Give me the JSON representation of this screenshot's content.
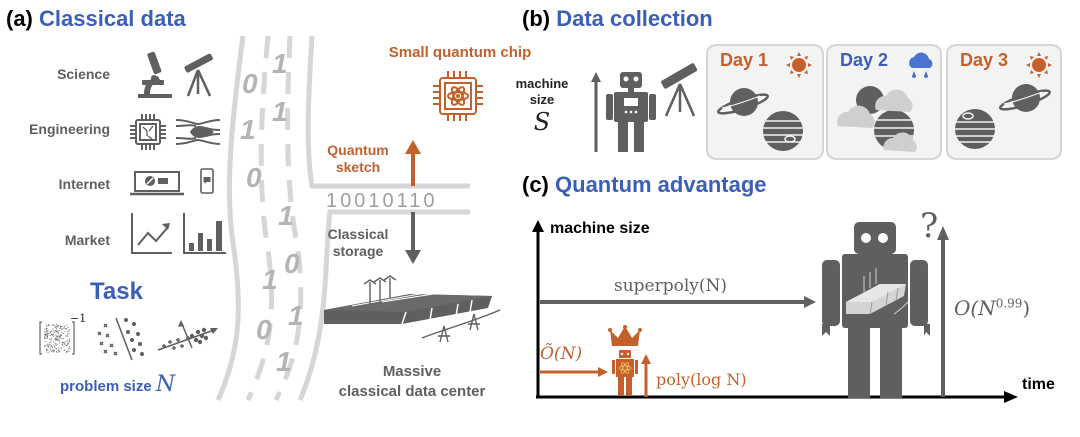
{
  "colors": {
    "accent_blue": "#3b5fb8",
    "accent_orange": "#c5602a",
    "icon_gray": "#5f5f5f",
    "stream_gray": "#d6d6d6",
    "card_bg": "#f3f3f3"
  },
  "panel_a": {
    "label": "(a)",
    "title": "Classical data",
    "categories": [
      {
        "label": "Science",
        "icons": [
          "microscope-icon",
          "telescope-icon"
        ]
      },
      {
        "label": "Engineering",
        "icons": [
          "circuit-chip-icon",
          "airflow-icon"
        ]
      },
      {
        "label": "Internet",
        "icons": [
          "laptop-icon",
          "smartphone-icon"
        ]
      },
      {
        "label": "Market",
        "icons": [
          "line-chart-icon",
          "bar-chart-icon"
        ]
      }
    ],
    "task": {
      "title": "Task",
      "icons": [
        "matrix-inverse-icon",
        "classification-icon",
        "pca-icon"
      ],
      "matrix_exponent": "−1",
      "problem_size_label": "problem size",
      "problem_size_symbol": "N"
    },
    "bit_stream": {
      "left_lane": [
        "0",
        "1",
        "0",
        "1",
        "0"
      ],
      "right_lane": [
        "1",
        "1",
        "1",
        "0",
        "1",
        "1"
      ]
    },
    "quantum_chip_label": "Small quantum chip",
    "quantum_sketch_label_1": "Quantum",
    "quantum_sketch_label_2": "sketch",
    "bit_string": "10010110",
    "classical_storage_label_1": "Classical",
    "classical_storage_label_2": "storage",
    "data_center_label_1": "Massive",
    "data_center_label_2": "classical data center"
  },
  "panel_b": {
    "label": "(b)",
    "title": "Data collection",
    "machine_size_label_1": "machine",
    "machine_size_label_2": "size",
    "machine_size_symbol": "S",
    "days": [
      {
        "label": "Day 1",
        "weather": "sunny",
        "label_color": "#c5602a"
      },
      {
        "label": "Day 2",
        "weather": "rainy",
        "label_color": "#3b5fb8"
      },
      {
        "label": "Day 3",
        "weather": "sunny",
        "label_color": "#c5602a"
      }
    ]
  },
  "panel_c": {
    "label": "(c)",
    "title": "Quantum advantage",
    "y_axis_label": "machine size",
    "x_axis_label": "time",
    "classical_arrow_label": "superpoly(N)",
    "quantum_arrow_label": "Õ(N)",
    "quantum_size_label": "poly(log N)",
    "big_machine_size_label": "O(N",
    "big_machine_size_exponent": "0.99",
    "big_machine_size_close": ")",
    "question_mark": "?"
  }
}
